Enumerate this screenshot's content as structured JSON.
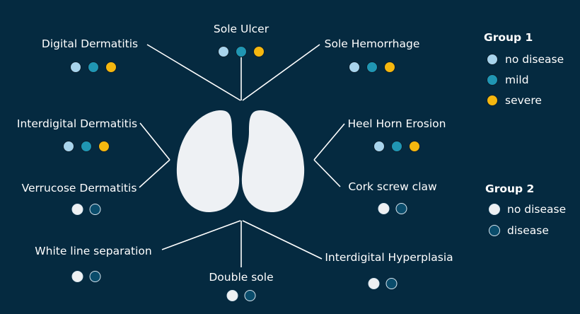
{
  "colors": {
    "background": "#052a40",
    "no_disease_g1": "#a8d4ec",
    "mild": "#2096b3",
    "severe": "#f5b70f",
    "no_disease_g2": "#eef0f2",
    "disease": "#0a4c6b",
    "claw": "#eef1f4"
  },
  "lesions": {
    "digital_dermatitis": {
      "label": "Digital Dermatitis",
      "group": 1
    },
    "sole_ulcer": {
      "label": "Sole Ulcer",
      "group": 1
    },
    "sole_hemorrhage": {
      "label": "Sole Hemorrhage",
      "group": 1
    },
    "interdigital_dermatitis": {
      "label": "Interdigital Dermatitis",
      "group": 1
    },
    "heel_horn_erosion": {
      "label": "Heel Horn Erosion",
      "group": 1
    },
    "verrucose_dermatitis": {
      "label": "Verrucose Dermatitis",
      "group": 2
    },
    "cork_screw_claw": {
      "label": "Cork screw claw",
      "group": 2
    },
    "white_line_separation": {
      "label": "White line separation",
      "group": 2
    },
    "double_sole": {
      "label": "Double sole",
      "group": 2
    },
    "interdigital_hyperplasia": {
      "label": "Interdigital Hyperplasia",
      "group": 2
    }
  },
  "legend": {
    "group1": {
      "title": "Group 1",
      "items": [
        "no disease",
        "mild",
        "severe"
      ]
    },
    "group2": {
      "title": "Group 2",
      "items": [
        "no disease",
        "disease"
      ]
    }
  }
}
